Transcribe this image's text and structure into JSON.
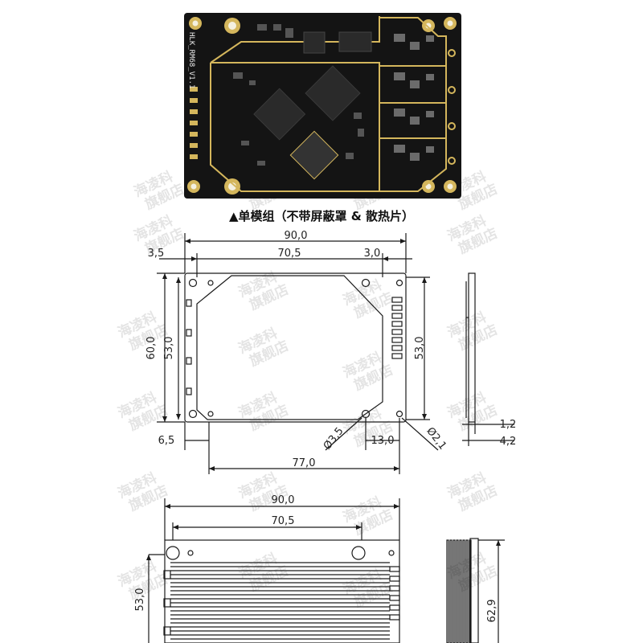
{
  "caption": "▲单模组（不带屏蔽罩 & 散热片）",
  "board_label": "HLK_RM68_V1.1",
  "watermark": [
    "海凌科",
    "旗舰店"
  ],
  "colors": {
    "pcb": "#141414",
    "gold": "#d4b65c",
    "chip": "#2a2a2a",
    "line": "#1a1a1a"
  },
  "top_view_dims": {
    "overall_width": "90,0",
    "inner_width": "70,5",
    "left_offset": "3,5",
    "right_offset": "3,0",
    "overall_height": "60,0",
    "inner_height_left": "53,0",
    "inner_height_right": "53,0",
    "bottom_left": "6,5",
    "hole_large": "Ø3,5",
    "bottom_right": "13,0",
    "hole_small": "Ø2,1",
    "hole_span": "77,0",
    "side_thickness_pcb": "1,2",
    "side_thickness_total": "4,2"
  },
  "heatsink_view_dims": {
    "overall_width": "90,0",
    "inner_width": "70,5",
    "height_left": "53,0",
    "height_right": "62,9"
  }
}
